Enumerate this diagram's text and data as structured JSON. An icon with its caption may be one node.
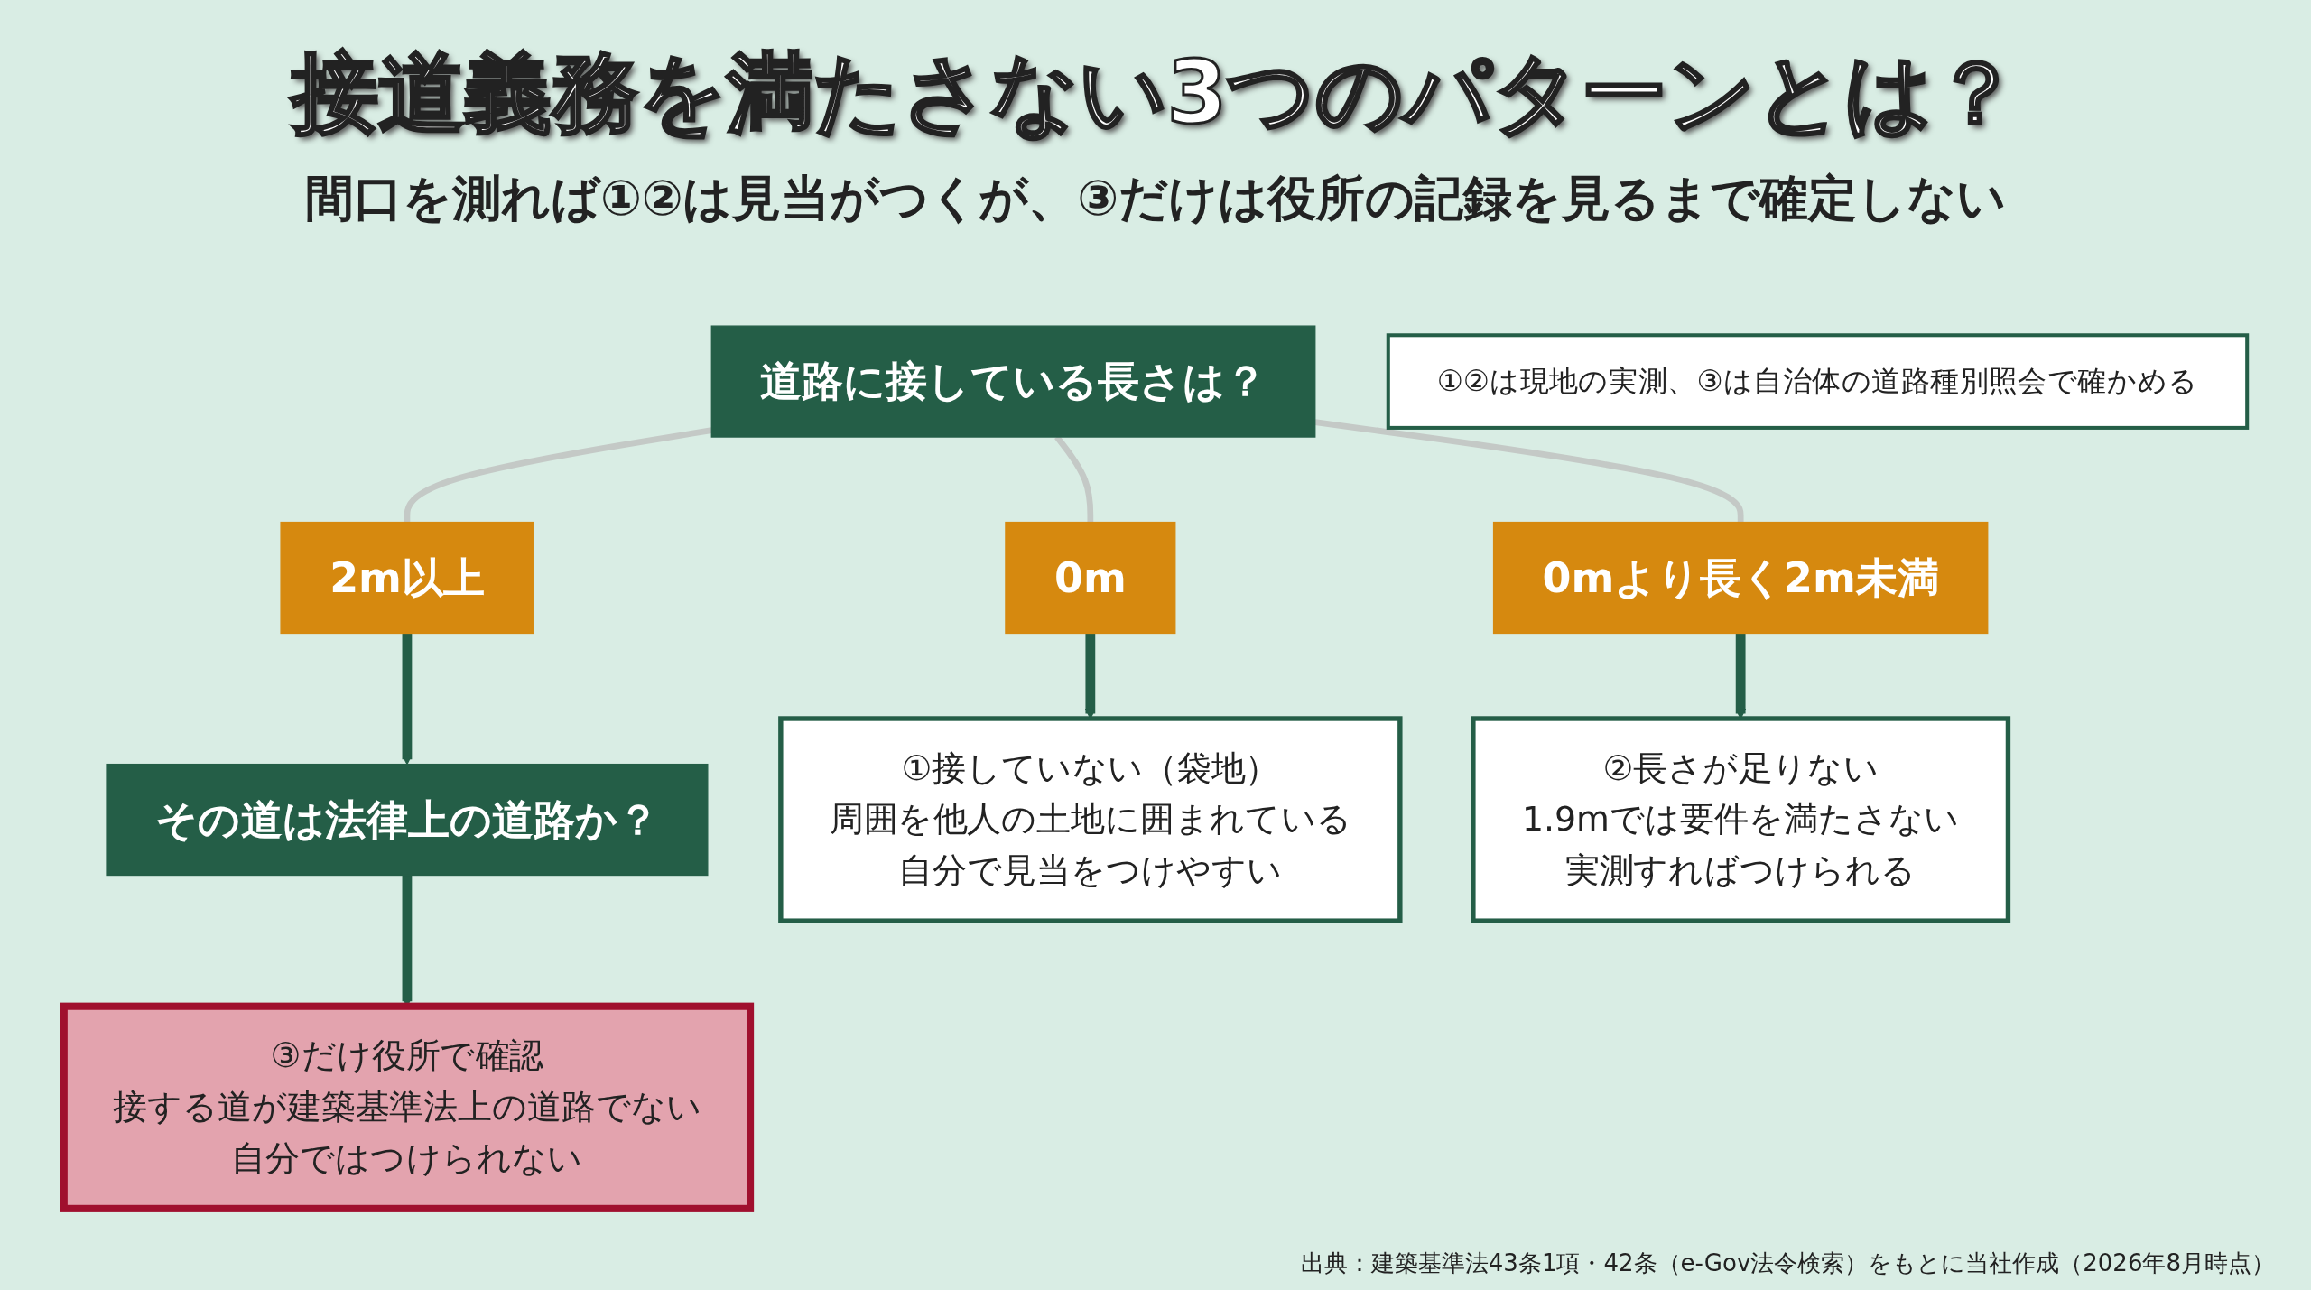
{
  "diagram": {
    "title": "接道義務を満たさない3つのパターンとは？",
    "caption": "出典：建築基準法43条1項・42条（e-Gov法令検索）をもとに当社作成（2026年8月時点）",
    "nodes": [
      {
        "text": [
          "道路に接している長さは？"
        ]
      },
      {
        "text": [
          "0m"
        ]
      },
      {
        "text": [
          "0mより長く2m未満"
        ]
      },
      {
        "text": [
          "2m以上"
        ]
      },
      {
        "text": [
          "その道は法律上の道路か？"
        ]
      },
      {
        "text": [
          "①接していない（袋地）",
          "周囲を他人の土地に囲まれている",
          "自分で見当をつけやすい"
        ]
      },
      {
        "text": [
          "②長さが足りない",
          "1.9mでは要件を満たさない",
          "実測すればつけられる"
        ]
      },
      {
        "text": [
          "③だけ役所で確認",
          "接する道が建築基準法上の道路でない",
          "自分ではつけられない"
        ]
      },
      {
        "text": [
          "①②は現地の実測、③は自治体の道路種別照会で確かめる"
        ]
      }
    ],
    "edges": [
      {
        "from": 0,
        "to": 1,
        "arrow": "none",
        "color": "#c4c9c6"
      },
      {
        "from": 0,
        "to": 2,
        "arrow": "none",
        "color": "#c4c9c6"
      },
      {
        "from": 0,
        "to": 3,
        "arrow": "none",
        "color": "#c4c9c6"
      },
      {
        "from": 1,
        "to": 5,
        "arrow": "to"
      },
      {
        "from": 2,
        "to": 6,
        "arrow": "to"
      },
      {
        "from": 3,
        "to": 4,
        "arrow": "to"
      },
      {
        "from": 4,
        "to": 7,
        "arrow": "to"
      }
    ],
    "labels": [
      "間口を測れば①②は見当がつくが、③だけは役所の記録を見るまで確定しない"
    ]
  }
}
